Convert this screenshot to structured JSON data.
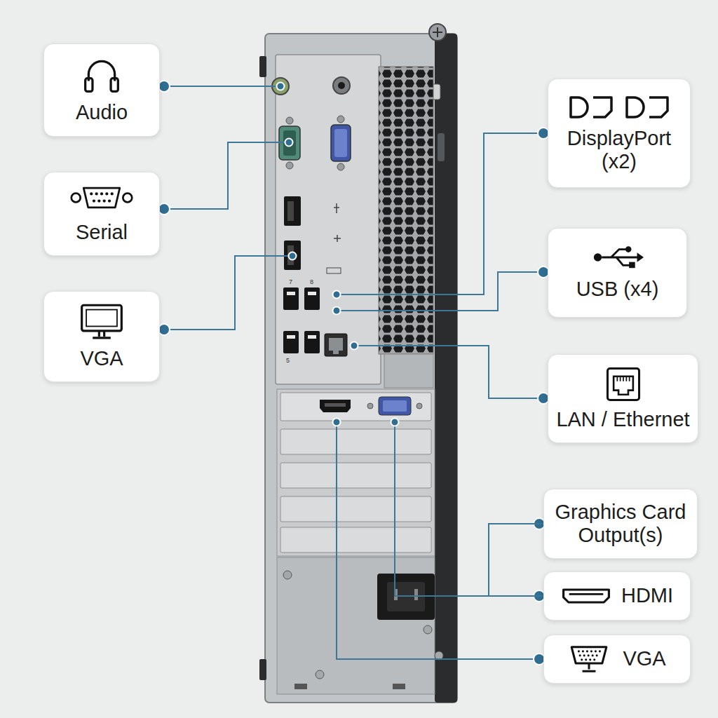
{
  "diagram": {
    "nodes": [
      {
        "text": [
          "Audio"
        ]
      },
      {
        "text": [
          "Serial"
        ]
      },
      {
        "text": [
          "VGA"
        ]
      },
      {
        "text": [
          "DisplayPort (x2)"
        ]
      },
      {
        "text": [
          "USB (x4)"
        ]
      },
      {
        "text": [
          "LAN / Ethernet"
        ]
      },
      {
        "text": [
          "Graphics Card Output(s)"
        ]
      },
      {
        "text": [
          "HDMI"
        ]
      },
      {
        "text": [
          "VGA"
        ]
      }
    ],
    "edges": [
      {
        "from": 6,
        "to": 7,
        "arrow": "none"
      }
    ],
    "labels": [
      "7",
      "8",
      "5"
    ]
  }
}
